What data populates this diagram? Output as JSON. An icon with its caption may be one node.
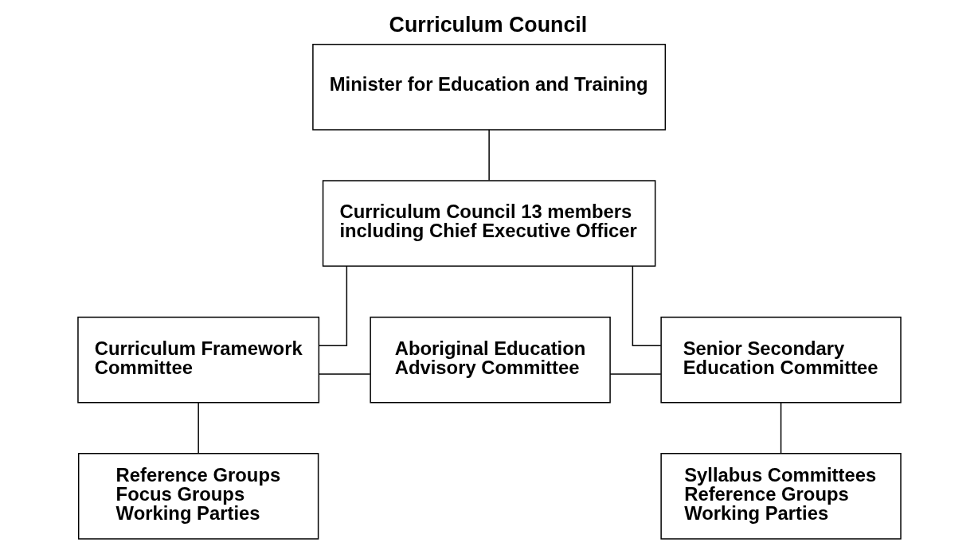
{
  "diagram": {
    "title": "Curriculum Council",
    "nodes": [
      {
        "text": [
          "Minister for Education and Training"
        ]
      },
      {
        "text": [
          "Curriculum Council 13 members including Chief Executive Officer"
        ]
      },
      {
        "text": [
          "Curriculum Framework Committee"
        ]
      },
      {
        "text": [
          "Aboriginal Education Advisory Committee"
        ]
      },
      {
        "text": [
          "Senior Secondary Education Committee"
        ]
      },
      {
        "text": [
          "Reference Groups",
          "Focus Groups",
          "Working Parties"
        ]
      },
      {
        "text": [
          "Syllabus Committees",
          "Reference Groups",
          "Working Parties"
        ]
      }
    ],
    "edges": [
      {
        "from": 0,
        "to": 1,
        "arrow": "none"
      },
      {
        "from": 1,
        "to": 2,
        "arrow": "none"
      },
      {
        "from": 1,
        "to": 4,
        "arrow": "none"
      },
      {
        "from": 2,
        "to": 3,
        "arrow": "none"
      },
      {
        "from": 3,
        "to": 4,
        "arrow": "none"
      },
      {
        "from": 2,
        "to": 5,
        "arrow": "none"
      },
      {
        "from": 4,
        "to": 6,
        "arrow": "none"
      }
    ]
  }
}
